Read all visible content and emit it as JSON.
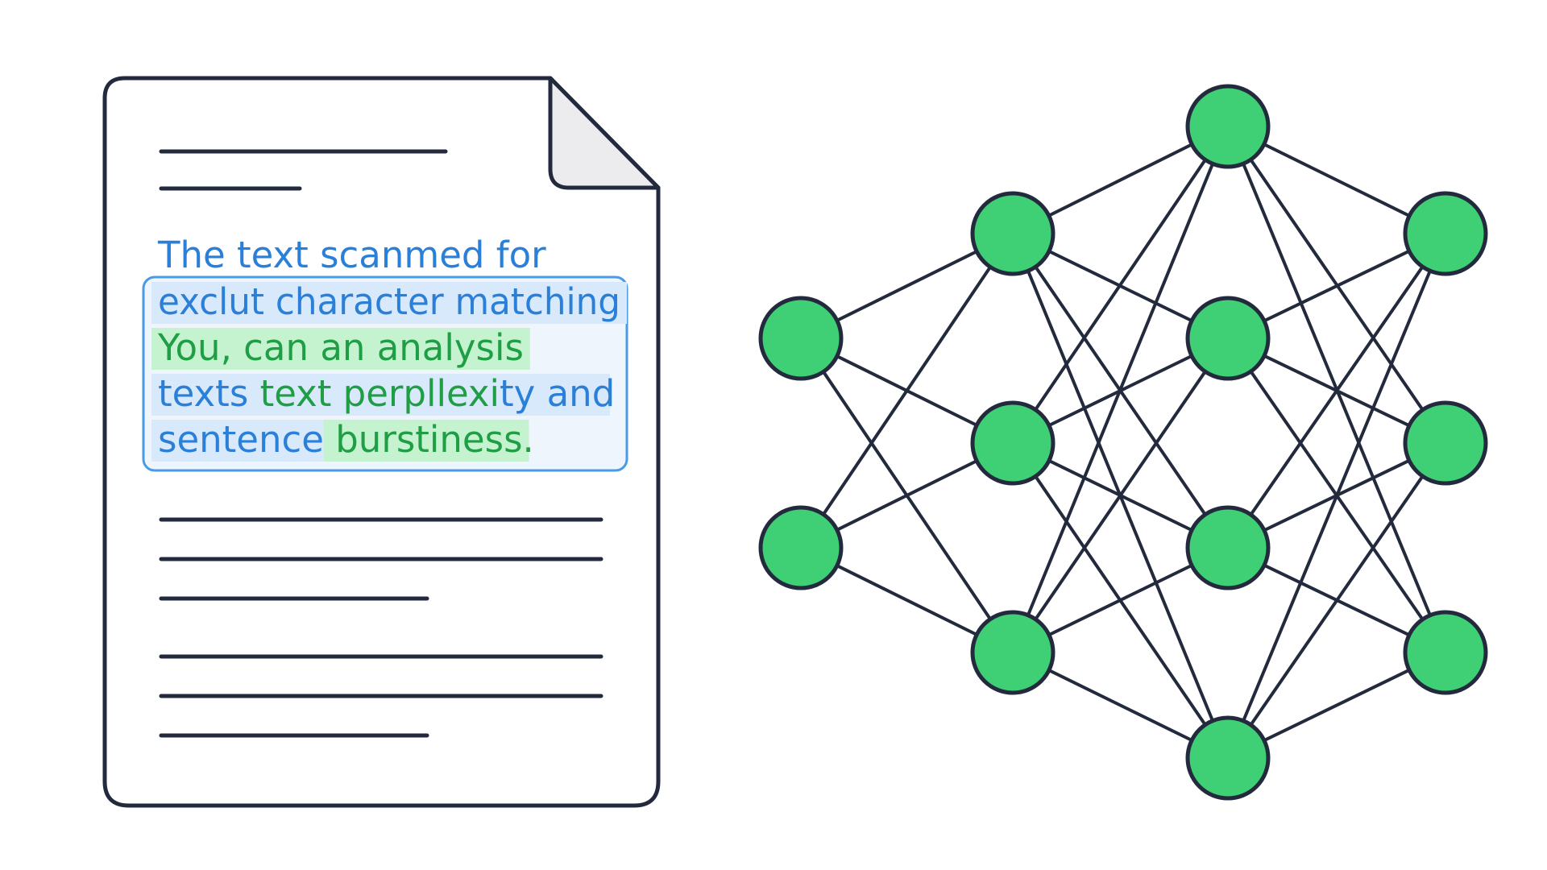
{
  "colors": {
    "outline": "#232a3d",
    "fold_fill": "#ececef",
    "blue_text": "#2a7fd9",
    "green_text": "#1f9e45",
    "blue_highlight": "#d7e9fb",
    "green_highlight": "#c6f3cf",
    "box_border": "#4a9be6",
    "box_fill": "#eef5fd",
    "node_fill": "#3fcf75",
    "edge": "#232a3d"
  },
  "icons": [
    "document-icon",
    "neural-network-diagram"
  ],
  "document": {
    "intro": "The text scanmed for",
    "lines": [
      {
        "segments": [
          {
            "text": "exclut character matching",
            "tone": "blue",
            "hl": "blue"
          }
        ]
      },
      {
        "segments": [
          {
            "text": "You, can an analysis",
            "tone": "green",
            "hl": "green"
          }
        ]
      },
      {
        "segments": [
          {
            "text": "texts ",
            "tone": "blue",
            "hl": "blue"
          },
          {
            "text": "text perpllexi",
            "tone": "green",
            "hl": "blue"
          },
          {
            "text": "ty and",
            "tone": "blue",
            "hl": "blue"
          }
        ]
      },
      {
        "segments": [
          {
            "text": "sentence ",
            "tone": "blue",
            "hl": "blue"
          },
          {
            "text": "burstiness.",
            "tone": "green",
            "hl": "green"
          }
        ]
      }
    ]
  },
  "network": {
    "layers": [
      {
        "node_count": 2
      },
      {
        "node_count": 3
      },
      {
        "node_count": 4
      },
      {
        "node_count": 3
      }
    ],
    "connectivity": "fully-connected"
  }
}
